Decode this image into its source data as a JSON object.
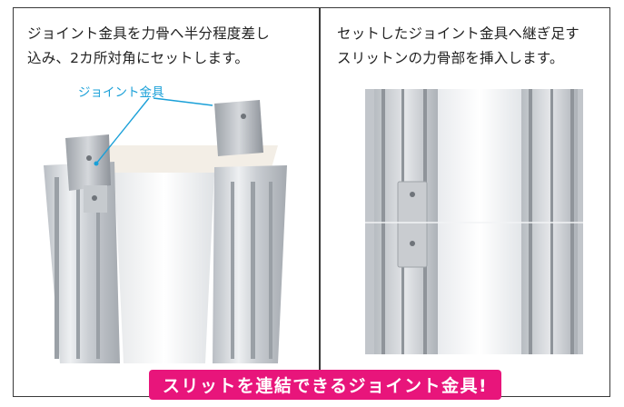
{
  "panels": {
    "left": {
      "caption_lines": [
        "ジョイント金具を力骨へ半分程度差し",
        "込み、2カ所対角にセットします。"
      ],
      "callout_label": "ジョイント金具"
    },
    "right": {
      "caption_lines": [
        "セットしたジョイント金具へ継ぎ足す",
        "スリットンの力骨部を挿入します。"
      ]
    }
  },
  "banner": {
    "text": "スリットを連結できるジョイント金具!",
    "color": "#e8157b"
  },
  "colors": {
    "border": "#3a3a3a",
    "callout": "#1aa0d8",
    "caption_text": "#222222"
  }
}
